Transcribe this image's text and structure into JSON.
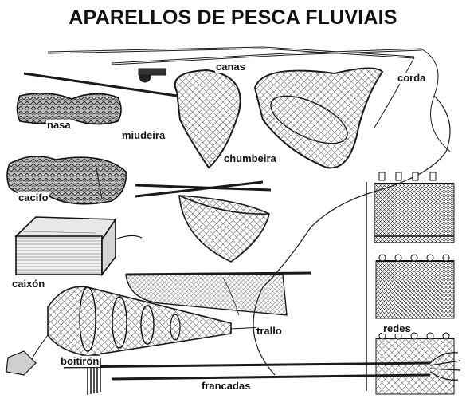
{
  "title": "APARELLOS DE PESCA FLUVIAIS",
  "labels": {
    "canas": "canas",
    "corda": "corda",
    "nasa": "nasa",
    "miudeira": "miudeira",
    "chumbeira": "chumbeira",
    "cacifo": "cacifo",
    "caixon": "caixón",
    "trallo": "trallo",
    "redes": "redes",
    "boitiron": "boitirón",
    "francadas": "francadas"
  },
  "colors": {
    "ink": "#1a1a1a",
    "background": "#ffffff"
  }
}
